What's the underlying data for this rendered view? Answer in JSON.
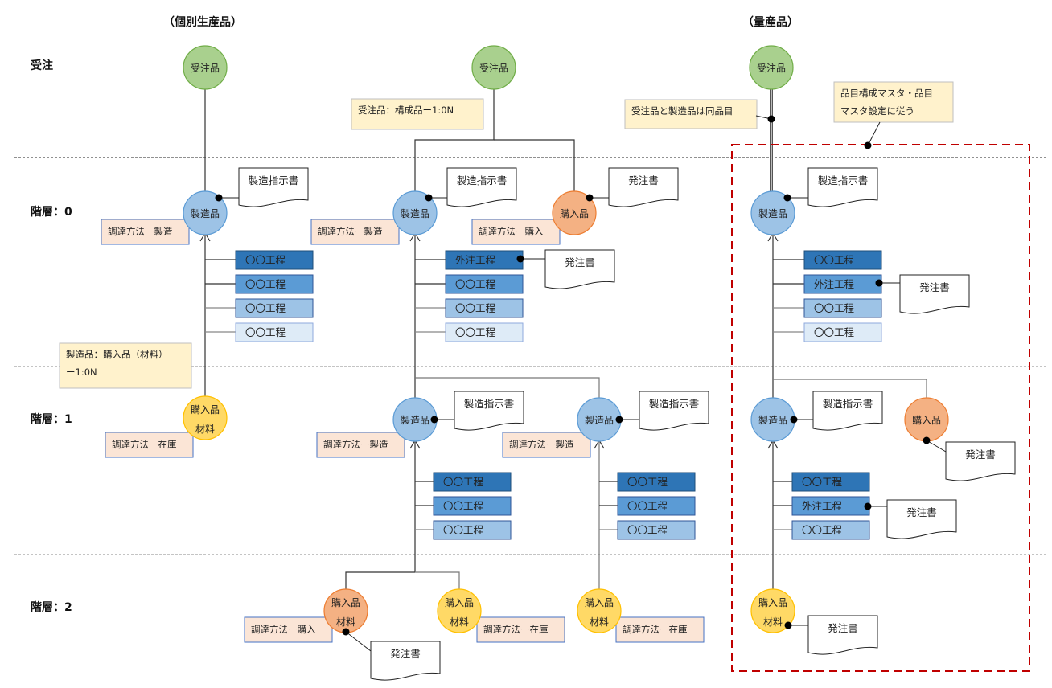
{
  "headers": {
    "individual": "（個別生産品）",
    "mass": "（量産品）"
  },
  "levels": [
    "受注",
    "階層：0",
    "階層：1",
    "階層：2"
  ],
  "colors": {
    "order_fill": "#a9d08e",
    "order_stroke": "#70ad47",
    "mfg_fill": "#9dc3e6",
    "mfg_stroke": "#5b9bd5",
    "buy_fill": "#f4b183",
    "buy_stroke": "#ed7d31",
    "mat_fill": "#ffd966",
    "mat_stroke": "#ffc000",
    "proc1": "#2e75b6",
    "proc2": "#5b9bd5",
    "proc3": "#9dc3e6",
    "proc4": "#deebf7",
    "note_fill": "#fff2cc",
    "note_stroke": "#bfbfbf",
    "method_fill": "#fbe5d6",
    "method_stroke": "#4472c4",
    "scope": "#c00000"
  },
  "nodes": [
    {
      "id": "o1",
      "kind": "order",
      "text": [
        "受注品"
      ]
    },
    {
      "id": "m1",
      "kind": "mfg",
      "text": [
        "製造品"
      ]
    },
    {
      "id": "mat1",
      "kind": "mat",
      "text": [
        "購入品",
        "材料"
      ]
    },
    {
      "id": "o2",
      "kind": "order",
      "text": [
        "受注品"
      ]
    },
    {
      "id": "m2",
      "kind": "mfg",
      "text": [
        "製造品"
      ]
    },
    {
      "id": "b2",
      "kind": "buy",
      "text": [
        "購入品"
      ]
    },
    {
      "id": "m3",
      "kind": "mfg",
      "text": [
        "製造品"
      ]
    },
    {
      "id": "m4",
      "kind": "mfg",
      "text": [
        "製造品"
      ]
    },
    {
      "id": "b3",
      "kind": "buy",
      "text": [
        "購入品",
        "材料"
      ]
    },
    {
      "id": "mat2",
      "kind": "mat",
      "text": [
        "購入品",
        "材料"
      ]
    },
    {
      "id": "mat3",
      "kind": "mat",
      "text": [
        "購入品",
        "材料"
      ]
    },
    {
      "id": "o3",
      "kind": "order",
      "text": [
        "受注品"
      ]
    },
    {
      "id": "m5",
      "kind": "mfg",
      "text": [
        "製造品"
      ]
    },
    {
      "id": "m6",
      "kind": "mfg",
      "text": [
        "製造品"
      ]
    },
    {
      "id": "b4",
      "kind": "buy",
      "text": [
        "購入品"
      ]
    },
    {
      "id": "mat4",
      "kind": "mat",
      "text": [
        "購入品",
        "材料"
      ]
    }
  ],
  "processes": [
    {
      "group": "p1",
      "items": [
        {
          "t": "〇〇工程",
          "s": 1
        },
        {
          "t": "〇〇工程",
          "s": 2
        },
        {
          "t": "〇〇工程",
          "s": 3
        },
        {
          "t": "〇〇工程",
          "s": 4
        }
      ]
    },
    {
      "group": "p2",
      "items": [
        {
          "t": "外注工程",
          "s": 1
        },
        {
          "t": "〇〇工程",
          "s": 2
        },
        {
          "t": "〇〇工程",
          "s": 3
        },
        {
          "t": "〇〇工程",
          "s": 4
        }
      ]
    },
    {
      "group": "p3",
      "items": [
        {
          "t": "〇〇工程",
          "s": 1
        },
        {
          "t": "〇〇工程",
          "s": 2
        },
        {
          "t": "〇〇工程",
          "s": 3
        }
      ]
    },
    {
      "group": "p4",
      "items": [
        {
          "t": "〇〇工程",
          "s": 1
        },
        {
          "t": "〇〇工程",
          "s": 2
        },
        {
          "t": "〇〇工程",
          "s": 3
        }
      ]
    },
    {
      "group": "p5",
      "items": [
        {
          "t": "〇〇工程",
          "s": 1
        },
        {
          "t": "外注工程",
          "s": 2
        },
        {
          "t": "〇〇工程",
          "s": 3
        },
        {
          "t": "〇〇工程",
          "s": 4
        }
      ]
    },
    {
      "group": "p6",
      "items": [
        {
          "t": "〇〇工程",
          "s": 1
        },
        {
          "t": "外注工程",
          "s": 2
        },
        {
          "t": "〇〇工程",
          "s": 3
        }
      ]
    }
  ],
  "docs": [
    {
      "id": "d1",
      "text": "製造指示書"
    },
    {
      "id": "d2",
      "text": "製造指示書"
    },
    {
      "id": "d3",
      "text": "発注書"
    },
    {
      "id": "d4",
      "text": "発注書"
    },
    {
      "id": "d5",
      "text": "製造指示書"
    },
    {
      "id": "d6",
      "text": "製造指示書"
    },
    {
      "id": "d7",
      "text": "発注書"
    },
    {
      "id": "d8",
      "text": "製造指示書"
    },
    {
      "id": "d9",
      "text": "発注書"
    },
    {
      "id": "d10",
      "text": "製造指示書"
    },
    {
      "id": "d11",
      "text": "発注書"
    },
    {
      "id": "d12",
      "text": "発注書"
    },
    {
      "id": "d13",
      "text": "発注書"
    }
  ],
  "methods": [
    {
      "id": "me1",
      "text": "調達方法ー製造"
    },
    {
      "id": "me2",
      "text": "調達方法ー在庫"
    },
    {
      "id": "me3",
      "text": "調達方法ー製造"
    },
    {
      "id": "me4",
      "text": "調達方法ー購入"
    },
    {
      "id": "me5",
      "text": "調達方法ー製造"
    },
    {
      "id": "me6",
      "text": "調達方法ー製造"
    },
    {
      "id": "me7",
      "text": "調達方法ー購入"
    },
    {
      "id": "me8",
      "text": "調達方法ー在庫"
    },
    {
      "id": "me9",
      "text": "調達方法ー在庫"
    }
  ],
  "notes": [
    {
      "id": "n1",
      "text": [
        "受注品：構成品ー1:0N"
      ]
    },
    {
      "id": "n2",
      "text": [
        "製造品：購入品（材料）",
        "ー1:0N"
      ]
    },
    {
      "id": "n3",
      "text": [
        "受注品と製造品は同品目"
      ]
    },
    {
      "id": "n4",
      "text": [
        "品目構成マスタ・品目",
        "マスタ設定に従う"
      ]
    }
  ]
}
